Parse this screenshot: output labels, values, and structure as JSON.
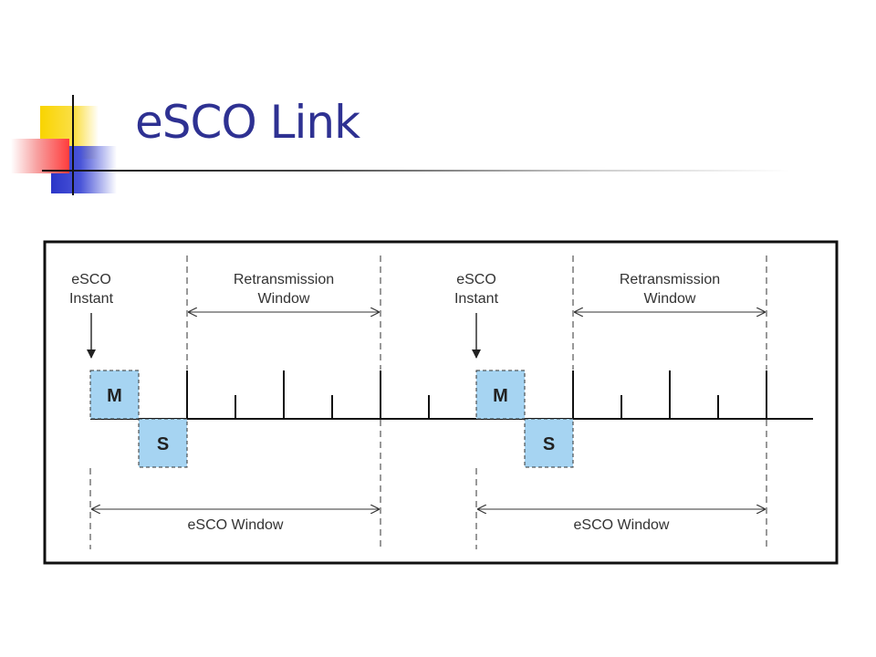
{
  "slide": {
    "title": "eSCO Link"
  },
  "diagram": {
    "instant_line1": "eSCO",
    "instant_line2": "Instant",
    "retrans_line1": "Retransmission",
    "retrans_line2": "Window",
    "master_label": "M",
    "slave_label": "S",
    "esco_window_label": "eSCO Window",
    "colors": {
      "slot_fill": "#a6d4f2",
      "title": "#2e3192"
    },
    "icons": [
      "arrow-down-icon",
      "double-arrow-icon"
    ]
  }
}
